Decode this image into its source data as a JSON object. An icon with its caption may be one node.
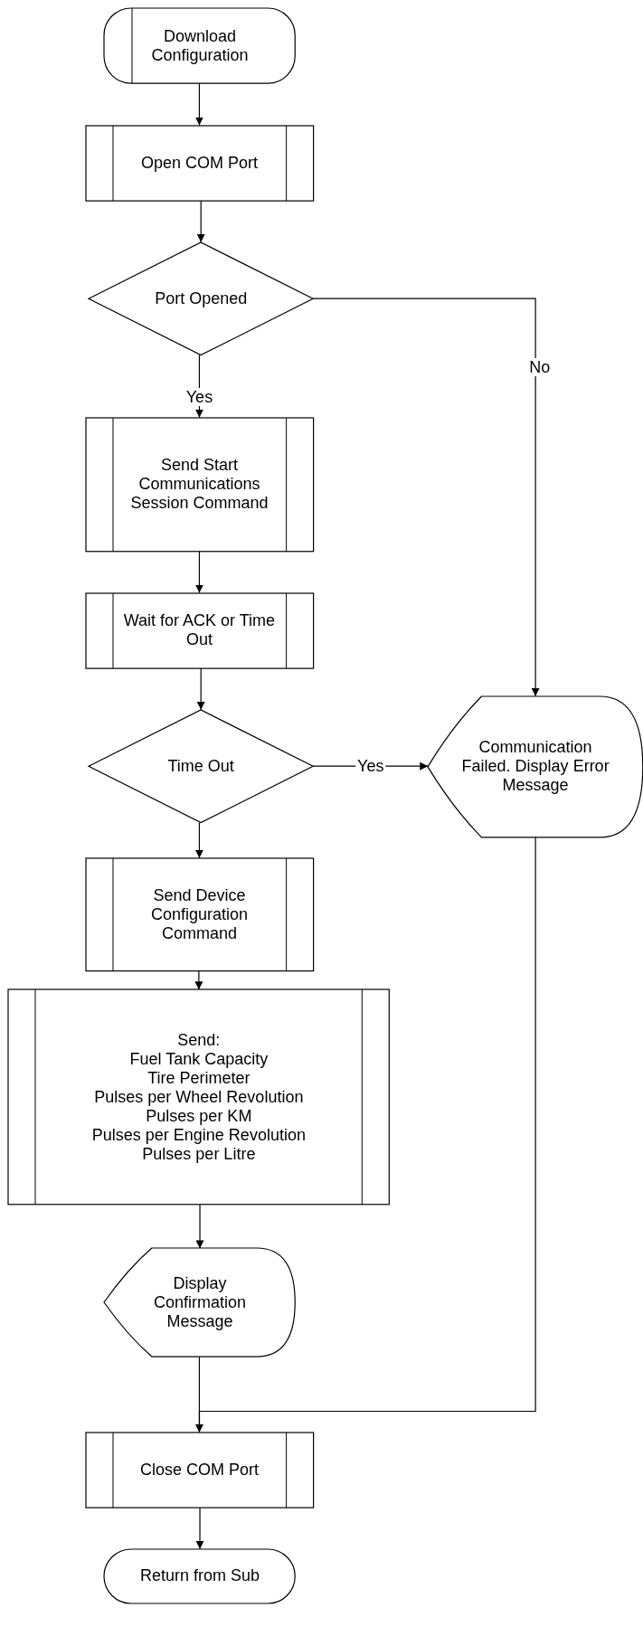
{
  "diagram": {
    "nodes": [
      {
        "text": [
          "Download Configuration"
        ]
      },
      {
        "text": [
          "Open COM Port"
        ]
      },
      {
        "text": [
          "Port Opened"
        ]
      },
      {
        "text": [
          "Send Start Communications Session Command"
        ]
      },
      {
        "text": [
          "Wait for ACK or Time Out"
        ]
      },
      {
        "text": [
          "Time Out"
        ]
      },
      {
        "text": [
          "Communication Failed. Display Error Message"
        ]
      },
      {
        "text": [
          "Send Device Configuration Command"
        ]
      },
      {
        "text": [
          "Send:",
          "Fuel Tank Capacity",
          "Tire Perimeter",
          "Pulses per Wheel Revolution",
          "Pulses per KM",
          "Pulses per Engine Revolution",
          "Pulses per Litre"
        ]
      },
      {
        "text": [
          "Display Confirmation Message"
        ]
      },
      {
        "text": [
          "Close COM Port"
        ]
      },
      {
        "text": [
          "Return from Sub"
        ]
      }
    ],
    "edges": [
      {
        "from": 0,
        "to": 1,
        "arrow": "to"
      },
      {
        "from": 1,
        "to": 2,
        "arrow": "to"
      },
      {
        "from": 2,
        "to": 3,
        "arrow": "to",
        "label": "Yes"
      },
      {
        "from": 3,
        "to": 4,
        "arrow": "to"
      },
      {
        "from": 4,
        "to": 5,
        "arrow": "to"
      },
      {
        "from": 5,
        "to": 6,
        "arrow": "to",
        "label": "Yes"
      },
      {
        "from": 5,
        "to": 7,
        "arrow": "to"
      },
      {
        "from": 7,
        "to": 8,
        "arrow": "to"
      },
      {
        "from": 8,
        "to": 9,
        "arrow": "to"
      },
      {
        "from": 9,
        "to": 10,
        "arrow": "to"
      },
      {
        "from": 2,
        "to": 6,
        "arrow": "to",
        "label": "No"
      },
      {
        "from": 6,
        "to": 10,
        "arrow": "to"
      },
      {
        "from": 10,
        "to": 11,
        "arrow": "to"
      }
    ]
  }
}
